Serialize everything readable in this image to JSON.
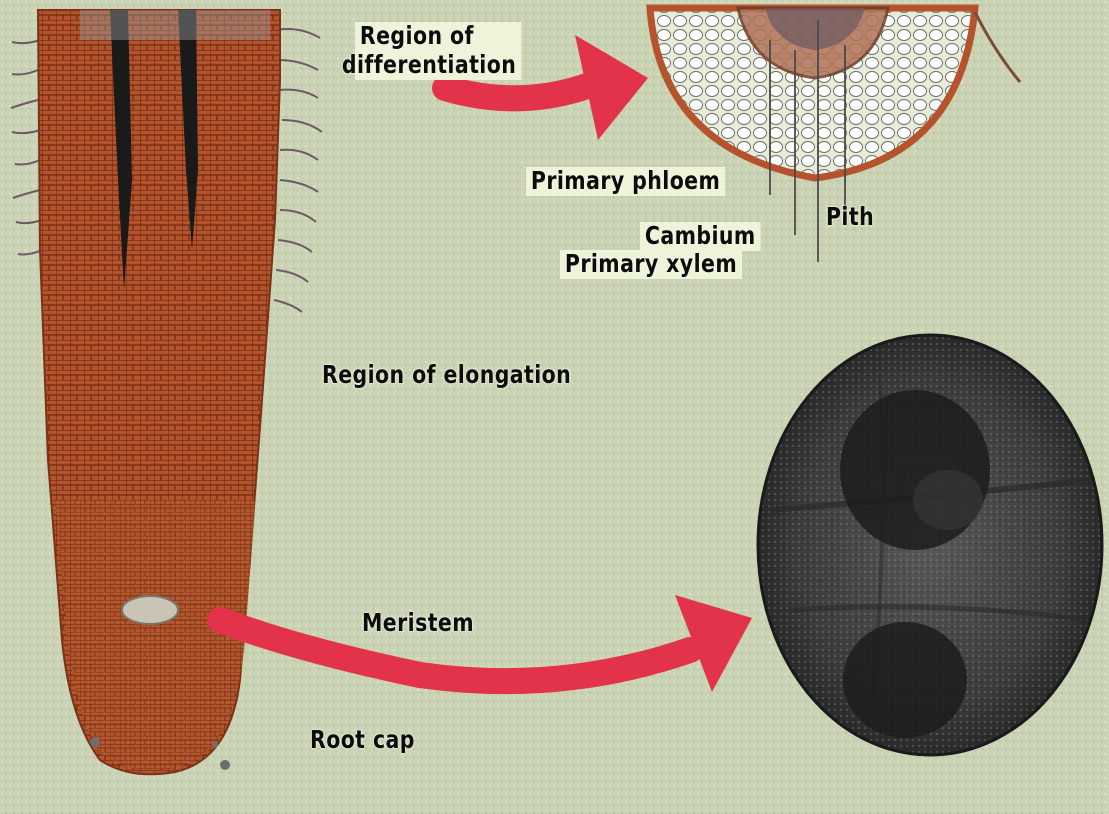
{
  "diagram": {
    "labels": {
      "differentiation_line1": "Region of",
      "differentiation_line2": "differentiation",
      "primary_phloem": "Primary phloem",
      "pith": "Pith",
      "cambium": "Cambium",
      "primary_xylem": "Primary xylem",
      "elongation": "Region of elongation",
      "meristem": "Meristem",
      "root_cap": "Root cap"
    },
    "colors": {
      "background": "#c9d3b4",
      "root": "#b5542c",
      "arrow": "#e2334a",
      "label_box": "#eef3da",
      "cell_micrograph": "#4a4a4a"
    }
  }
}
